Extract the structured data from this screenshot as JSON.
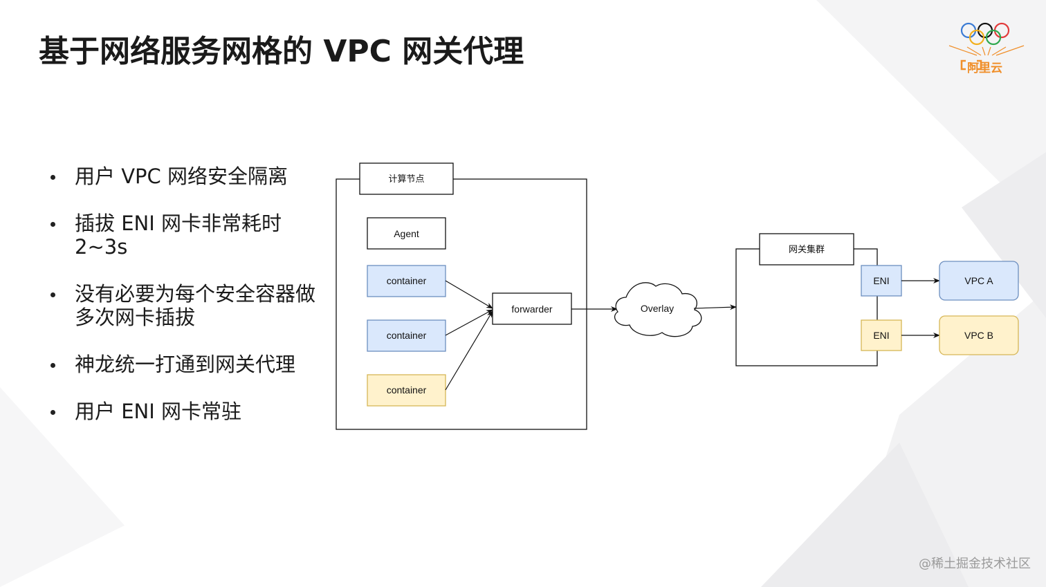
{
  "slide": {
    "title": "基于网络服务网格的 VPC 网关代理",
    "bullets": [
      "用户 VPC 网络安全隔离",
      "插拔 ENI 网卡非常耗时\n2~3s",
      "没有必要为每个安全容器做\n多次网卡插拔",
      "神龙统一打通到网关代理",
      "用户 ENI 网卡常驻"
    ]
  },
  "diagram": {
    "compute_node_label": "计算节点",
    "agent_label": "Agent",
    "container_labels": [
      "container",
      "container",
      "container"
    ],
    "forwarder_label": "forwarder",
    "overlay_label": "Overlay",
    "gateway_cluster_label": "网关集群",
    "eni_labels": [
      "ENI",
      "ENI"
    ],
    "vpc_labels": [
      "VPC A",
      "VPC B"
    ]
  },
  "brand": {
    "logo_text": "阿里云",
    "watermark": "@稀土掘金技术社区"
  },
  "colors": {
    "blue_fill": "#dae8fc",
    "blue_stroke": "#6c8ebf",
    "yellow_fill": "#fff2cc",
    "yellow_stroke": "#d6b656",
    "brand_orange": "#f08f2a"
  }
}
